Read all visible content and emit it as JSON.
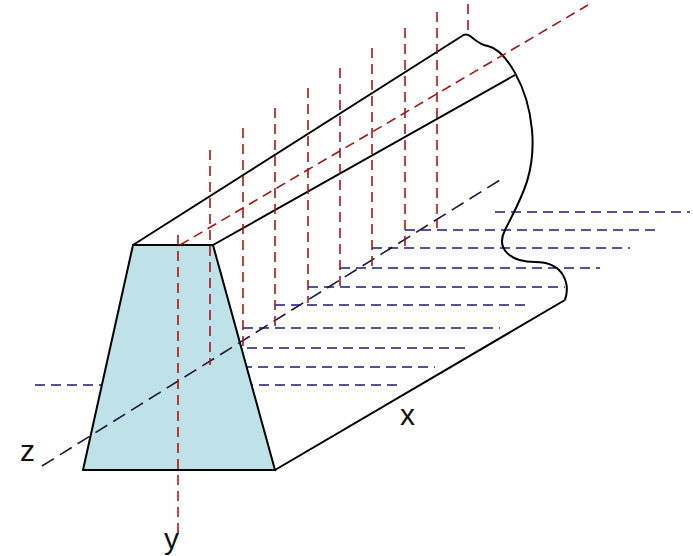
{
  "diagram": {
    "labels": [
      "z",
      "y",
      "x"
    ]
  }
}
